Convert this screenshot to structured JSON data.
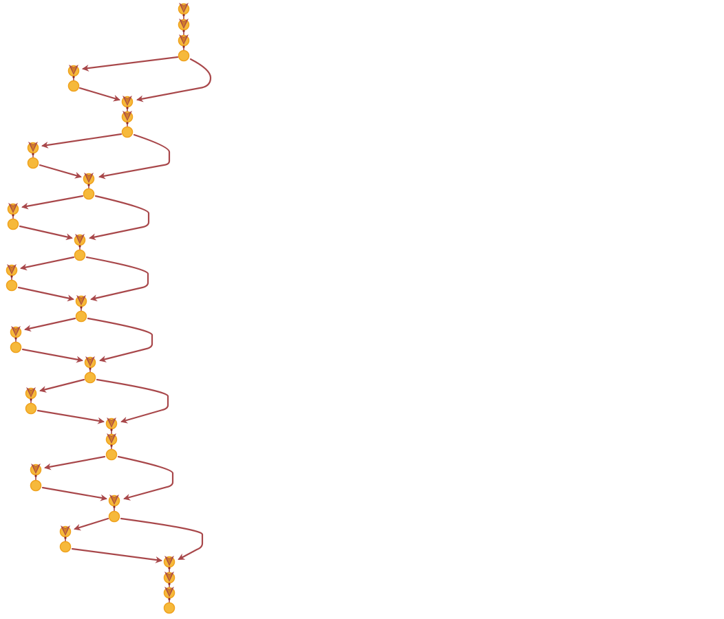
{
  "diagram": {
    "type": "flow-graph",
    "colors": {
      "node_fill": "#F6B93B",
      "node_stroke": "#EFA21E",
      "edge": "#A8474A",
      "arrowhead": "#A8474A",
      "dot": "#8E2A26"
    },
    "node_marker": "circle",
    "inbound_marker": "funnel-arrowhead"
  }
}
